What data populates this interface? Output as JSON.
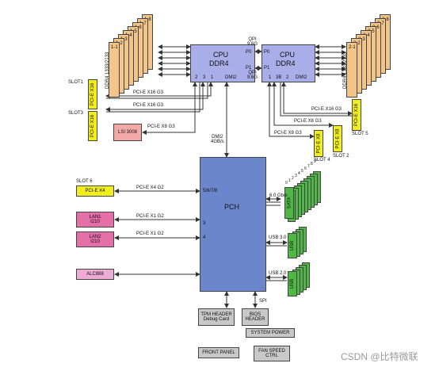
{
  "colors": {
    "cpu_fill": "#a9aee8",
    "pch_fill": "#6b86cc",
    "dimm_fill": "#f2c58a",
    "slot_fill": "#f2ee1c",
    "lsi_fill": "#f4a9a9",
    "lan_fill": "#e56fa7",
    "alc_fill": "#ecacd6",
    "green_fill": "#50b648",
    "header_fill": "#c8c8c8",
    "line": "#333333"
  },
  "cpu1": {
    "line1": "CPU",
    "line2": "DDR4",
    "port_p0": "P0",
    "port_p1": "P1",
    "ports": [
      "2",
      "3",
      "1",
      "DMI2"
    ]
  },
  "cpu2": {
    "line1": "CPU",
    "line2": "DDR4",
    "port_p0": "P0",
    "port_p1": "P1",
    "ports": [
      "1",
      "3B",
      "2",
      "DMI2"
    ]
  },
  "qpi_top": {
    "line1": "QPI",
    "line2": "9.6G"
  },
  "qpi_bottom": {
    "line1": "QPI",
    "line2": "9.6G"
  },
  "dimm_left": {
    "label_line1": "DDR4",
    "label_line2": "1333/2133",
    "numbers": [
      "1-1",
      "1-2",
      "1-3",
      "1-4",
      "1-5",
      "1-6",
      "1-7",
      "1-8"
    ]
  },
  "dimm_right": {
    "label_line1": "DDR4",
    "label_line2": "1333/2133",
    "numbers": [
      "2-1",
      "2-2",
      "2-3",
      "2-4",
      "2-5",
      "2-6",
      "2-7",
      "2-8"
    ]
  },
  "slot1": {
    "name": "SLOT1",
    "label": "PCI-E X16",
    "link": "PCI-E X16 G3"
  },
  "slot3": {
    "name": "SLOT3",
    "label": "PCI-E X16",
    "link": "PCI-E X16 G3"
  },
  "lsi": {
    "label": "LSI 3008",
    "link": "PCI-E X8 G3"
  },
  "slot5": {
    "name": "SLOT 5",
    "label": "PCI-E X16",
    "link": "PCI-E X16 G3"
  },
  "slot2": {
    "name": "SLOT 2",
    "label": "PCI-E X8",
    "link": "PCI-E X8 G3"
  },
  "slot4": {
    "name": "SLOT 4",
    "label": "PCI-E X8",
    "link": "PCI-E X8 G3"
  },
  "dmi": {
    "line1": "DMI2",
    "line2": "4GB/s"
  },
  "pch": {
    "label": "PCH",
    "port_5678": "5/6/7/8",
    "port_3": "3",
    "port_4": "4"
  },
  "slot6": {
    "name": "SLOT 6",
    "label": "PCI-E X4",
    "link": "PCI-E X4 G2"
  },
  "lan1": {
    "line1": "LAN1",
    "line2": "I210",
    "link": "PCI-E X1 G2"
  },
  "lan2": {
    "line1": "LAN2",
    "line2": "I210",
    "link": "PCI-E X1 G2"
  },
  "alc": {
    "label": "ALC888"
  },
  "sata": {
    "label": "SATA",
    "speed": "6.0 Gb/s",
    "numbers": [
      "0",
      "1",
      "2",
      "3",
      "4",
      "5",
      "6",
      "7",
      "8",
      "9"
    ]
  },
  "usb3": {
    "port_label": "USB 3.0",
    "chip_label": "USB"
  },
  "usb2": {
    "port_label": "USB 2.0",
    "chip_label": "USB"
  },
  "spi": {
    "label": "SPI"
  },
  "tpm": {
    "line1": "TPM HEADER",
    "line2": "Debug Card"
  },
  "bios": {
    "line1": "BIOS",
    "line2": "HEADER"
  },
  "system_power": {
    "label": "SYSTEM POWER"
  },
  "front_panel": {
    "label": "FRONT PANEL"
  },
  "fan": {
    "line1": "FAN SPEED",
    "line2": "CTRL"
  },
  "watermark": "CSDN @比特微联"
}
